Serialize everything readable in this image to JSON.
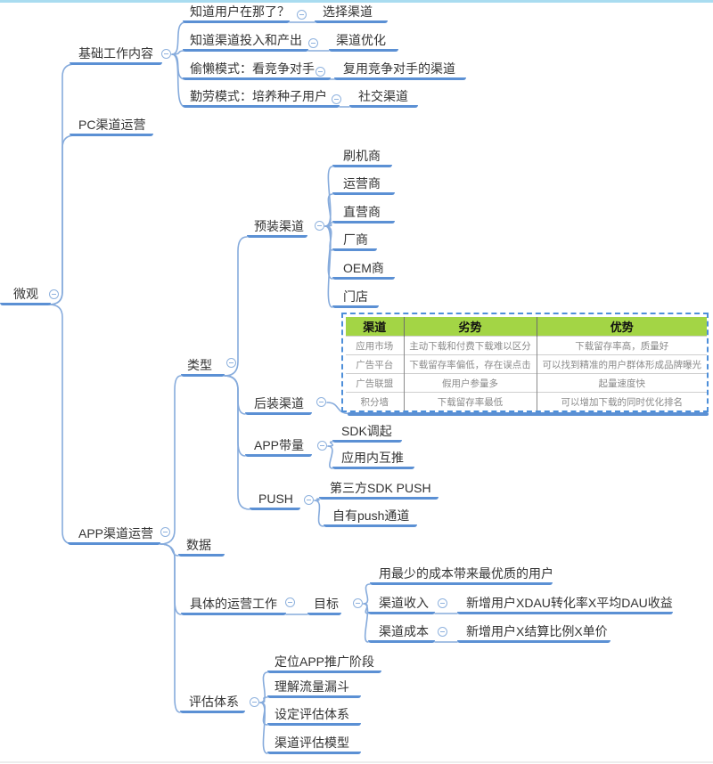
{
  "colors": {
    "branch_blue": "#5b90d4",
    "curve_blue": "#86abdc",
    "table_header_green": "#a3d545",
    "selection_dash_blue": "#4e8fd9",
    "top_border_blue": "#a9dcf0"
  },
  "root": {
    "label": "微观"
  },
  "basic_work": {
    "label": "基础工作内容",
    "rows": [
      {
        "parent": "知道用户在那了？",
        "child": "选择渠道"
      },
      {
        "parent": "知道渠道投入和产出",
        "child": "渠道优化"
      },
      {
        "parent": "偷懒模式：看竞争对手",
        "child": "复用竞争对手的渠道"
      },
      {
        "parent": "勤劳模式：培养种子用户",
        "child": "社交渠道"
      }
    ]
  },
  "pc_channel": {
    "label": "PC渠道运营"
  },
  "app_channel": {
    "label": "APP渠道运营",
    "type": {
      "label": "类型",
      "preinstall": {
        "label": "预装渠道",
        "children": [
          "刷机商",
          "运营商",
          "直营商",
          "厂商",
          "OEM商",
          "门店"
        ]
      },
      "postinstall": {
        "label": "后装渠道"
      },
      "app_volume": {
        "label": "APP带量",
        "children": [
          "SDK调起",
          "应用内互推"
        ]
      },
      "push": {
        "label": "PUSH",
        "children": [
          "第三方SDK PUSH",
          "自有push通道"
        ]
      }
    },
    "data": {
      "label": "数据"
    },
    "operation": {
      "label": "具体的运营工作",
      "goal": {
        "label": "目标",
        "principle": "用最少的成本带来最优质的用户",
        "revenue": {
          "label": "渠道收入",
          "formula": "新增用户XDAU转化率X平均DAU收益"
        },
        "cost": {
          "label": "渠道成本",
          "formula": "新增用户X结算比例X单价"
        }
      }
    },
    "evaluation": {
      "label": "评估体系",
      "children": [
        "定位APP推广阶段",
        "理解流量漏斗",
        "设定评估体系",
        "渠道评估模型"
      ]
    }
  },
  "channel_table": {
    "headers": [
      "渠道",
      "劣势",
      "优势"
    ],
    "rows": [
      [
        "应用市场",
        "主动下载和付费下载难以区分",
        "下载留存率高，质量好"
      ],
      [
        "广告平台",
        "下载留存率偏低，存在误点击",
        "可以找到精准的用户群体形成品牌曝光"
      ],
      [
        "广告联盟",
        "假用户参量多",
        "起量速度快"
      ],
      [
        "积分墙",
        "下载留存率最低",
        "可以增加下载的同时优化排名"
      ]
    ]
  }
}
